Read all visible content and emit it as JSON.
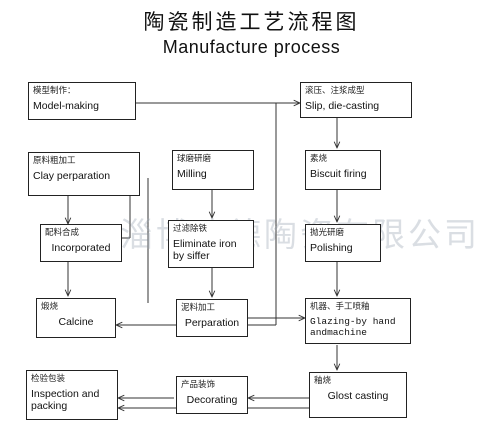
{
  "title": {
    "cn": "陶瓷制造工艺流程图",
    "en": "Manufacture process"
  },
  "watermark": "淄博建德陶瓷有限公司",
  "nodes": {
    "model_making": {
      "cn": "模型制作：",
      "en": "Model-making"
    },
    "slip_casting": {
      "cn": "滚压、注浆成型",
      "en": "Slip, die-casting"
    },
    "clay_preparation": {
      "cn": "原料粗加工",
      "en": "Clay perparation"
    },
    "milling": {
      "cn": "球磨研磨",
      "en": "Milling"
    },
    "biscuit_firing": {
      "cn": "素烧",
      "en": "Biscuit firing"
    },
    "incorporated": {
      "cn": "配料合成",
      "en": "Incorporated"
    },
    "eliminate_iron": {
      "cn": "过滤除铁",
      "en": "Eliminate iron by siffer"
    },
    "polishing": {
      "cn": "抛光研磨",
      "en": "Polishing"
    },
    "calcine": {
      "cn": "煅烧",
      "en": "Calcine"
    },
    "perparation": {
      "cn": "泥料加工",
      "en": "Perparation"
    },
    "glazing": {
      "cn": "机器、手工喷釉",
      "en": "Glazing-by hand andmachine"
    },
    "inspection": {
      "cn": "检验包装",
      "en": "Inspection and packing"
    },
    "decorating": {
      "cn": "产品装饰",
      "en": "Decorating"
    },
    "glost_casting": {
      "cn": "釉烧",
      "en": "Glost casting"
    }
  }
}
